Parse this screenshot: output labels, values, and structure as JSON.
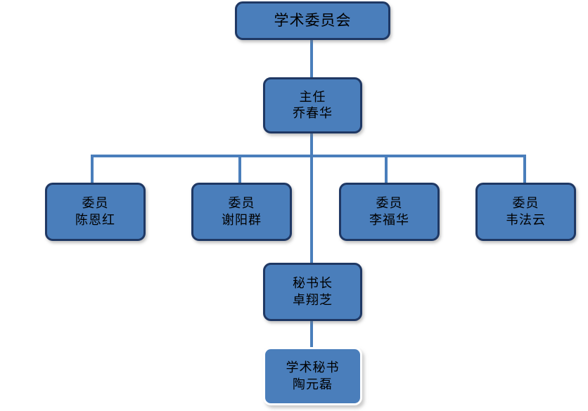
{
  "chart_data": {
    "type": "diagram",
    "title": "学术委员会",
    "diagram_kind": "organization-chart",
    "colors": {
      "node_fill": "#4a7ebb",
      "node_border": "#1f3864",
      "connector": "#4a7ebb",
      "background": "#ffffff",
      "text": "#000000",
      "highlight_border": "#ffffff"
    },
    "nodes": [
      {
        "id": "root",
        "role": "学术委员会",
        "name": "",
        "level": 0
      },
      {
        "id": "director",
        "role": "主任",
        "name": "乔春华",
        "level": 1
      },
      {
        "id": "member0",
        "role": "委员",
        "name": "陈恩红",
        "level": 2
      },
      {
        "id": "member1",
        "role": "委员",
        "name": "谢阳群",
        "level": 2
      },
      {
        "id": "member2",
        "role": "委员",
        "name": "李福华",
        "level": 2
      },
      {
        "id": "member3",
        "role": "委员",
        "name": "韦法云",
        "level": 2
      },
      {
        "id": "secgen",
        "role": "秘书长",
        "name": "卓翔芝",
        "level": 3
      },
      {
        "id": "acadsec",
        "role": "学术秘书",
        "name": "陶元磊",
        "level": 4
      }
    ],
    "edges": [
      {
        "from": "root",
        "to": "director"
      },
      {
        "from": "director",
        "to": "member0"
      },
      {
        "from": "director",
        "to": "member1"
      },
      {
        "from": "director",
        "to": "member2"
      },
      {
        "from": "director",
        "to": "member3"
      },
      {
        "from": "director",
        "to": "secgen"
      },
      {
        "from": "secgen",
        "to": "acadsec"
      }
    ]
  },
  "nodes": {
    "root": {
      "line1": "学术委员会",
      "line2": ""
    },
    "director": {
      "line1": "主任",
      "line2": "乔春华"
    },
    "member0": {
      "line1": "委员",
      "line2": "陈恩红"
    },
    "member1": {
      "line1": "委员",
      "line2": "谢阳群"
    },
    "member2": {
      "line1": "委员",
      "line2": "李福华"
    },
    "member3": {
      "line1": "委员",
      "line2": "韦法云"
    },
    "secgen": {
      "line1": "秘书长",
      "line2": "卓翔芝"
    },
    "acadsec": {
      "line1": "学术秘书",
      "line2": "陶元磊"
    }
  }
}
